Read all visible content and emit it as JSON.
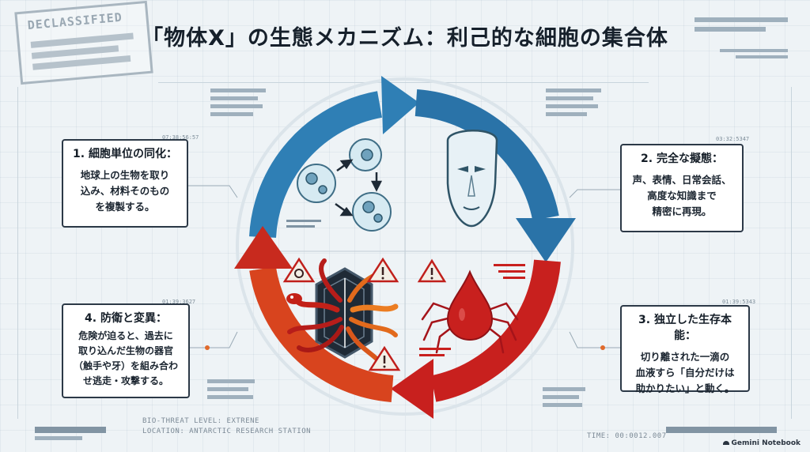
{
  "stamp": {
    "label": "DECLASSIFIED"
  },
  "title": "「物体X」の生態メカニズム：利己的な細胞の集合体",
  "timecodes": [
    "07:38:56:57",
    "03:32:5347",
    "01:39:3627",
    "01:39:5343"
  ],
  "steps": [
    {
      "title": "1. 細胞単位の同化：",
      "lines": [
        "地球上の生物を取り",
        "込み、材料そのもの",
        "を複製する。"
      ]
    },
    {
      "title": "2. 完全な擬態：",
      "lines": [
        "声、表情、日常会話、",
        "高度な知識まで",
        "精密に再現。"
      ]
    },
    {
      "title": "3. 独立した生存本能：",
      "lines": [
        "切り離された一滴の",
        "血液すら「自分だけは",
        "助かりたい」と動く。"
      ]
    },
    {
      "title": "4. 防衛と変異：",
      "lines": [
        "危険が迫ると、過去に",
        "取り込んだ生物の器官",
        "（触手や牙）を組み合わ",
        "せ逃走・攻撃する。"
      ]
    }
  ],
  "footer": {
    "threat": "BIO-THREAT LEVEL: EXTRENE",
    "location": "LOCATION: ANTARCTIC RESEARCH STATION",
    "time": "TIME: 00:0012.007"
  },
  "brand": "Gemini Notebook",
  "icons": [
    "cell-division-icon",
    "mask-face-icon",
    "blood-drop-spider-icon",
    "tentacle-creature-icon",
    "biohazard-icon",
    "warning-triangle-icon"
  ],
  "colors": {
    "blue": "#2f7fb5",
    "blue_dark": "#1f5f8f",
    "red": "#c8201e",
    "red_dark": "#a5141a",
    "orange": "#e25a1e"
  }
}
